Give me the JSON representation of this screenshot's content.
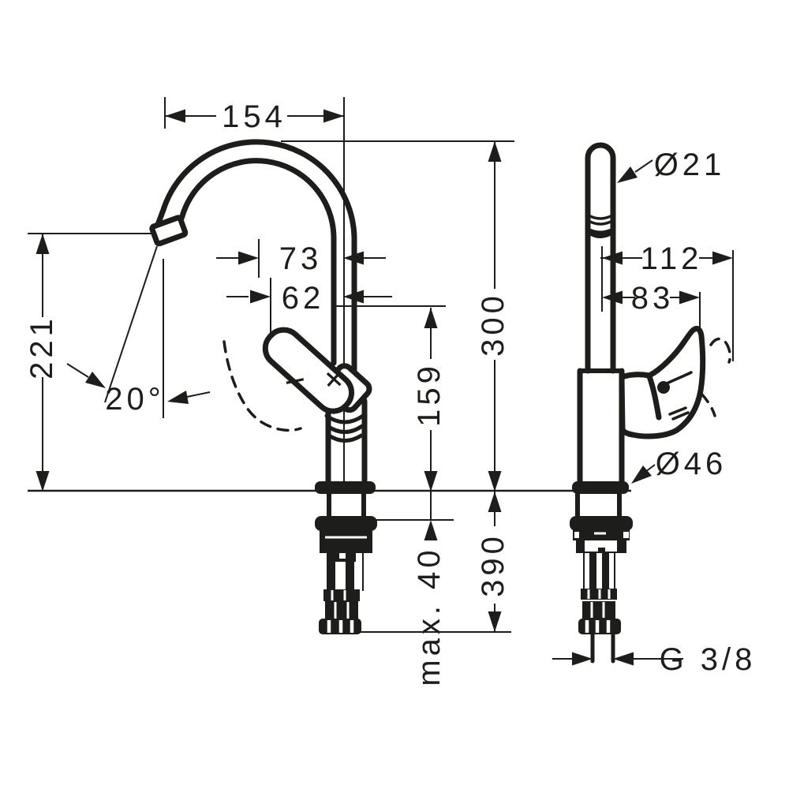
{
  "page": {
    "background": "#ffffff",
    "line_color": "#1d1d1b",
    "type": "technical-dimension-drawing",
    "subject": "single-lever basin mixer faucet, two orthographic views with dimensions"
  },
  "labels": {
    "spout_reach": "154",
    "spout_height": "221",
    "spout_angle": "20°",
    "handle_offset_outer": "73",
    "handle_offset_inner": "62",
    "height_to_handle": "159",
    "height_overall": "300",
    "hose_length": "390",
    "max_mounting_thickness": "max. 40",
    "handle_reach_outer": "112",
    "handle_reach_inner": "83",
    "spout_diameter": "Ø21",
    "base_diameter": "Ø46",
    "thread": "G 3/8",
    "plus_marking": "+",
    "minus_marking": "−"
  }
}
